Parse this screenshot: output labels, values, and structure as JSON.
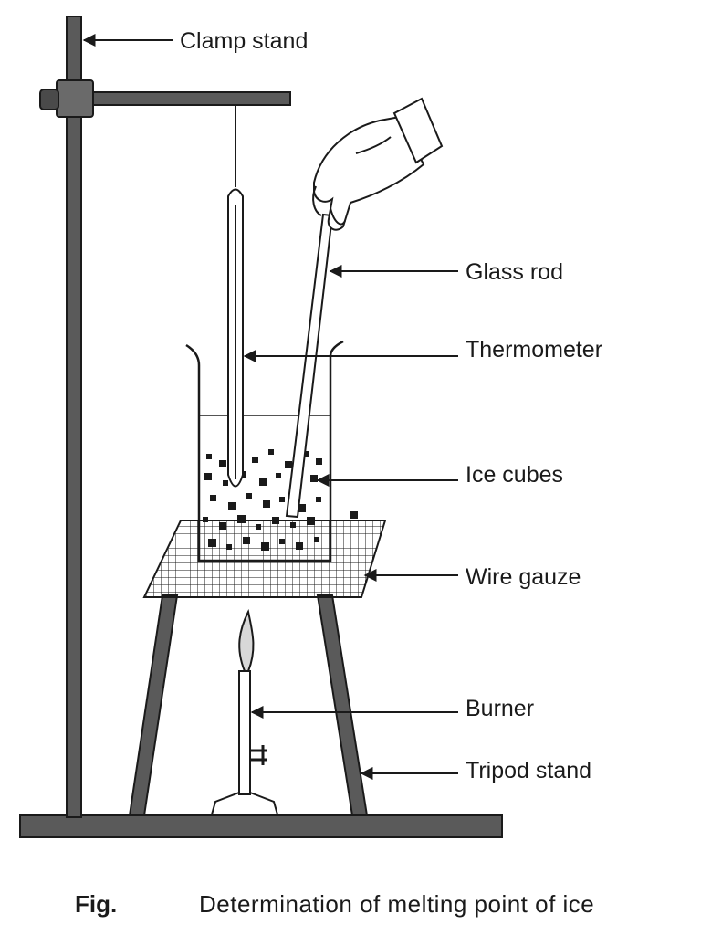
{
  "diagram": {
    "labels": {
      "clamp_stand": "Clamp stand",
      "glass_rod": "Glass rod",
      "thermometer": "Thermometer",
      "ice_cubes": "Ice cubes",
      "wire_gauze": "Wire gauze",
      "burner": "Burner",
      "tripod_stand": "Tripod stand"
    },
    "caption": {
      "prefix": "Fig.",
      "text": "Determination of melting point of ice"
    },
    "colors": {
      "ink": "#1a1a1a",
      "stand_fill": "#555555",
      "background": "#ffffff"
    }
  }
}
